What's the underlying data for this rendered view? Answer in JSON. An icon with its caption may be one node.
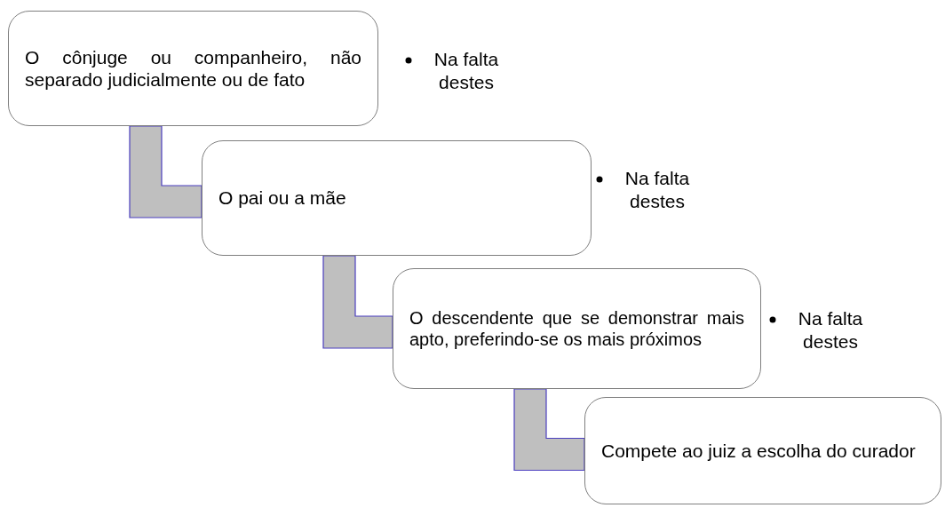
{
  "diagram": {
    "nodes": [
      {
        "text": [
          "O cônjuge ou companheiro, não separado judicialmente ou de fato"
        ],
        "beside": [
          "Na falta destes"
        ]
      },
      {
        "text": [
          "O pai ou a mãe"
        ],
        "beside": [
          "Na falta destes"
        ]
      },
      {
        "text": [
          "O descendente que se demonstrar mais apto, preferindo-se os mais próximos"
        ],
        "beside": [
          "Na falta destes"
        ]
      },
      {
        "text": [
          "Compete ao juiz a escolha do curador"
        ]
      }
    ],
    "edges": [
      {
        "from": 0,
        "to": 1,
        "arrow": "none",
        "style": "thick"
      },
      {
        "from": 1,
        "to": 2,
        "arrow": "none",
        "style": "thick"
      },
      {
        "from": 2,
        "to": 3,
        "arrow": "none",
        "style": "thick"
      }
    ]
  }
}
